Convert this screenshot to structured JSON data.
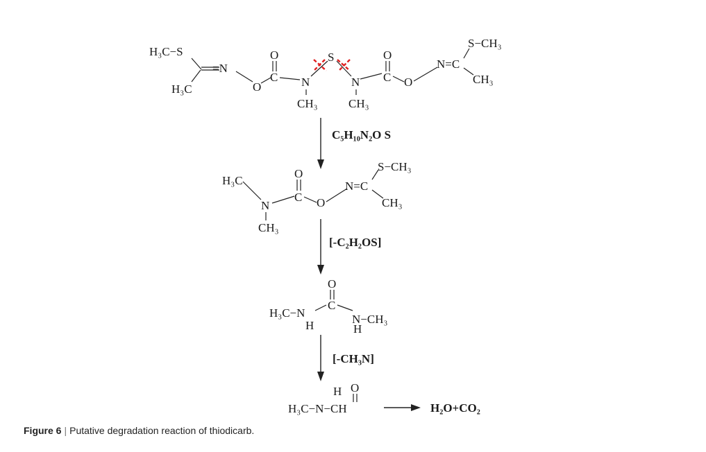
{
  "scheme": {
    "thiodicarb": {
      "H3C_S_left": "H₃C−S",
      "eqN_left": "=N",
      "H3C_left": "H₃C",
      "O_ring_left": "O",
      "C_left": "C",
      "N_left": "N",
      "CH3_left": "CH₃",
      "S_center": "S",
      "N_right": "N",
      "CH3_right": "CH₃",
      "O_top_left": "O",
      "O_top_right": "O",
      "C_right": "C",
      "O_ring_right": "O",
      "N_eq_C": "N=C",
      "S_CH3": "S−CH₃",
      "CH3_tail": "CH₃"
    },
    "step1_label": "C₅H₁₀N₂O S",
    "intermediate1": {
      "H3C": "H₃C",
      "N": "N",
      "CH3": "CH₃",
      "O_top": "O",
      "C": "C",
      "O": "O",
      "N_eq_C": "N=C",
      "S_CH3": "S−CH₃",
      "CH3_tail": "CH₃"
    },
    "step2_label": "[-C₂H₂OS]",
    "intermediate2": {
      "O_top": "O",
      "C": "C",
      "H3C_N": "H₃C−N",
      "H_left": "H",
      "N_CH3": "N−CH₃",
      "H_right": "H"
    },
    "step3_label": "[-CH₃N]",
    "product": {
      "H_top": "H",
      "O_top": "O",
      "formula": "H₃C−N−CH"
    },
    "final_product": "H₂O+CO₂"
  },
  "caption": {
    "figure_label": "Figure 6",
    "separator": "|",
    "text": "Putative degradation reaction of thiodicarb."
  }
}
